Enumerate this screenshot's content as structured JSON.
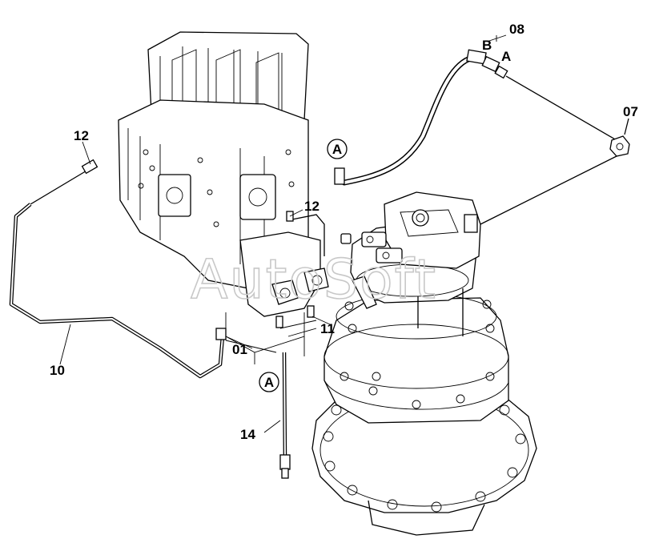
{
  "diagram": {
    "watermark": "AutoSoft",
    "part_numbers": {
      "p01": "01",
      "p07": "07",
      "p08": "08",
      "p10": "10",
      "p11": "11",
      "p12_left": "12",
      "p12_right": "12",
      "p14": "14"
    },
    "connection_letters": {
      "hose_end_b": "B",
      "hose_end_a": "A",
      "circle_a_top": "A",
      "circle_a_bottom": "A"
    }
  }
}
